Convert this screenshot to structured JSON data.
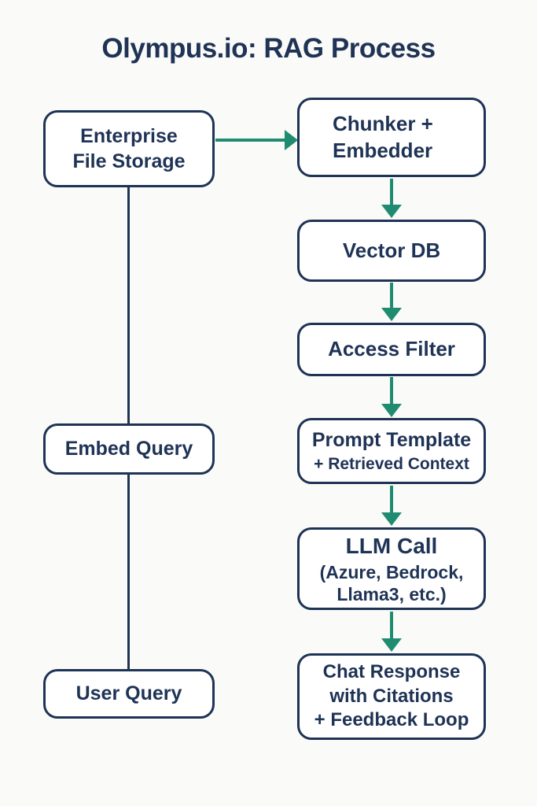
{
  "title": "Olympus.io: RAG Process",
  "colors": {
    "background": "#fafaf8",
    "navy": "#1e3355",
    "teal": "#1f8c72",
    "box_fill": "#ffffff"
  },
  "boxes": {
    "enterprise": {
      "line1": "Enterprise",
      "line2": "File Storage"
    },
    "embed_query": {
      "line1": "Embed Query"
    },
    "user_query": {
      "line1": "User Query"
    },
    "chunker": {
      "line1": "Chunker +",
      "line2": "Embedder"
    },
    "vector_db": {
      "line1": "Vector DB"
    },
    "access_filter": {
      "line1": "Access Filter"
    },
    "prompt": {
      "line1": "Prompt Template",
      "line2": "+ Retrieved Context"
    },
    "llm": {
      "line1": "LLM Call",
      "line2": "(Azure, Bedrock,",
      "line3": "Llama3, etc.)"
    },
    "chat": {
      "line1": "Chat Response",
      "line2": "with Citations",
      "line3": "+ Feedback Loop"
    }
  },
  "connectors": [
    {
      "from": "enterprise",
      "to": "chunker",
      "style": "teal-arrow-right"
    },
    {
      "from": "chunker",
      "to": "vector_db",
      "style": "teal-arrow-down"
    },
    {
      "from": "vector_db",
      "to": "access_filter",
      "style": "teal-arrow-down"
    },
    {
      "from": "access_filter",
      "to": "prompt",
      "style": "teal-arrow-down"
    },
    {
      "from": "prompt",
      "to": "llm",
      "style": "teal-arrow-down"
    },
    {
      "from": "llm",
      "to": "chat",
      "style": "teal-arrow-down"
    },
    {
      "from": "enterprise",
      "to": "user_query",
      "style": "navy-line-through-embed-query"
    }
  ]
}
